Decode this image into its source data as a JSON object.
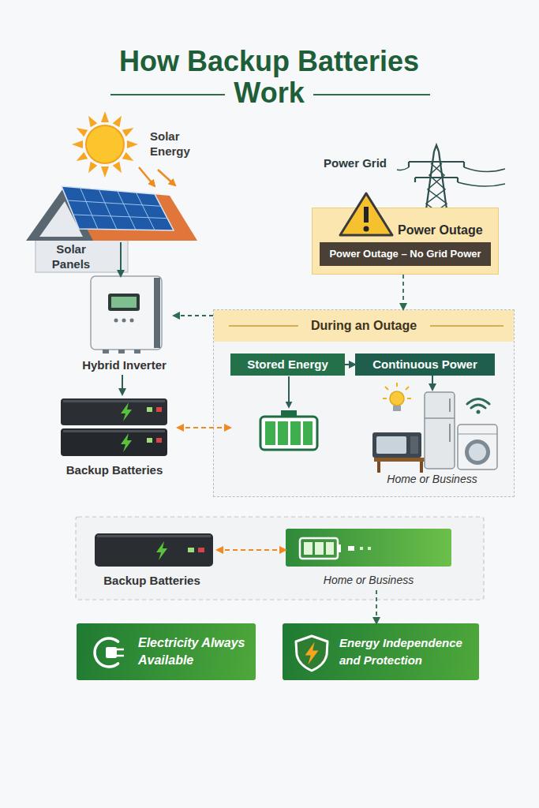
{
  "diagram": {
    "title": "How Backup Batteries Work",
    "nodes": [
      {
        "text": [
          "Solar Energy"
        ]
      },
      {
        "text": [
          "Solar Panels"
        ]
      },
      {
        "text": [
          "Power Grid"
        ]
      },
      {
        "text": [
          "Power Outage"
        ]
      },
      {
        "text": [
          "Power Outage – No Grid Power"
        ],
        "in": 3
      },
      {
        "text": [
          "Hybrid Inverter"
        ]
      },
      {
        "text": [
          "Backup Batteries"
        ]
      },
      {
        "text": [
          "During an Outage"
        ]
      },
      {
        "text": [
          "Stored Energy"
        ],
        "in": 7
      },
      {
        "text": [
          "Continuous Power"
        ],
        "in": 7
      },
      {
        "text": [
          "Home or Business"
        ],
        "in": 7
      },
      {
        "text": [
          "Backup Batteries"
        ]
      },
      {
        "text": [
          "Home or Business"
        ]
      },
      {
        "text": [
          "Electricity Always Available"
        ]
      },
      {
        "text": [
          "Energy Independence and Protection"
        ]
      }
    ],
    "edges": [
      {
        "from": 0,
        "to": 1,
        "arrow": "to"
      },
      {
        "from": 1,
        "to": 5,
        "arrow": "to"
      },
      {
        "from": 5,
        "to": 6,
        "arrow": "to"
      },
      {
        "from": 3,
        "to": 7,
        "arrow": "to"
      },
      {
        "from": 7,
        "to": 5,
        "arrow": "to"
      },
      {
        "from": 6,
        "to": 8,
        "arrow": "both"
      },
      {
        "from": 8,
        "to": 9,
        "arrow": "to"
      },
      {
        "from": 9,
        "to": 10,
        "arrow": "to"
      },
      {
        "from": 11,
        "to": 12,
        "arrow": "both"
      },
      {
        "from": 12,
        "to": 14,
        "arrow": "to"
      }
    ]
  }
}
